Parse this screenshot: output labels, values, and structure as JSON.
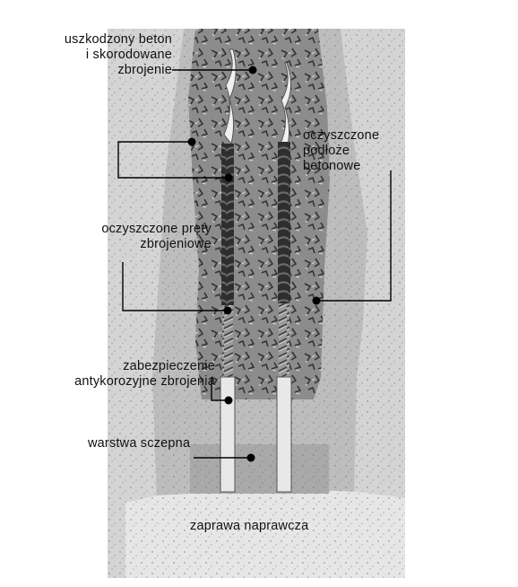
{
  "labels": {
    "damaged": "uszkodzony beton\ni skorodowane\nzbrojenie",
    "cleaned_substrate": "oczyszczone\npodłoże\nbetonowe",
    "cleaned_bars": "oczyszczone pręty\nzbrojeniowe",
    "corrosion_protection": "zabezpieczenie\nantykorozyjne zbrojenia",
    "bonding_layer": "warstwa sczepna",
    "repair_mortar": "zaprawa naprawcza"
  },
  "colors": {
    "outer_concrete": "#d4d4d4",
    "substrate": "#bdbdbd",
    "damaged_zone": "#8c8c8c",
    "mortar": "#e6e6e6",
    "bonding": "#a9a9a9",
    "rebar_dark": "#3a3a3a",
    "rebar_clean": "#9a9a9a",
    "coating": "#e8e8e8",
    "leader": "#000000"
  }
}
